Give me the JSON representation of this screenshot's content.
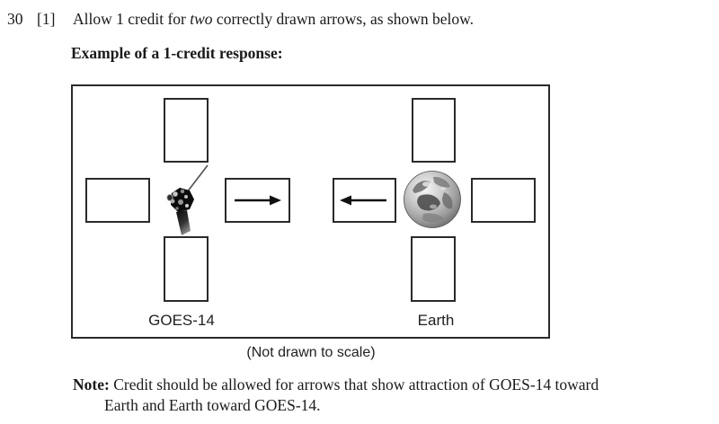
{
  "colors": {
    "ink": "#1a1a1a",
    "box_border": "#2a2a2a",
    "paper": "#ffffff"
  },
  "header": {
    "question_number": "30",
    "credit_value": "[1]",
    "instruction_pre": "Allow 1 credit for ",
    "instruction_emphasis": "two",
    "instruction_post": " correctly drawn arrows, as shown below.",
    "example_heading": "Example of a 1-credit response:"
  },
  "figure": {
    "left_object_label": "GOES-14",
    "right_object_label": "Earth",
    "caption": "(Not drawn to scale)",
    "arrows": [
      {
        "position": "box-right-of-goes-14",
        "direction": "right"
      },
      {
        "position": "box-left-of-earth",
        "direction": "left"
      }
    ],
    "empty_boxes": [
      "above-goes-14",
      "left-of-goes-14",
      "below-goes-14",
      "above-earth",
      "right-of-earth",
      "below-earth"
    ]
  },
  "note": {
    "label": "Note:",
    "line1": "Credit should be allowed for arrows that show attraction of GOES-14 toward",
    "line2": "Earth and Earth toward GOES-14."
  }
}
